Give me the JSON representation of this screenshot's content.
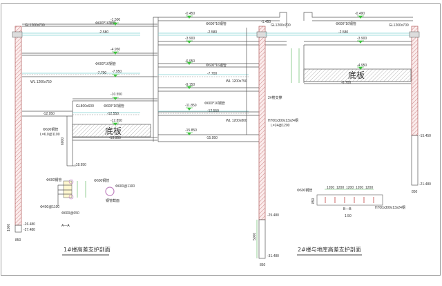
{
  "labels": {
    "slab_title_left": "底板",
    "slab_title_right": "底板",
    "title_1": "1#楼高差支护剖面",
    "title_2": "2#楼与地库高差支护剖面",
    "section_aa": "A—A",
    "section_bb": "B—B",
    "bb_sub": "1:50",
    "beam_gl_left": "GL1200x700",
    "beam_gl_mid": "GL1200x700",
    "beam_gl_right": "GL1200x700",
    "beam_gl_small": "GL800x600",
    "beam_wl_1": "WL 1200x750",
    "beam_wl_2": "WL 1200x750",
    "beam_wl_3": "WL 1200x800",
    "anchor_1": "Φ600*16钢管",
    "anchor_2": "Φ600*16钢管",
    "anchor_3": "Φ600*16钢管",
    "anchor_4": "Φ600*16钢管",
    "anchor_5": "Φ600*16钢管",
    "anchor_6": "Φ600*16钢管",
    "pile_note": "Φ600钢管",
    "pile_len": "L=6.0@1100",
    "hbeam": "H700x300x13x24钢",
    "hbeam_len": "L=24@1200",
    "hbeam_bb": "H700x300x13x24钢",
    "note_support": "2#楼支撑",
    "dim_6000": "6000",
    "dim_1000": "1000",
    "dim_5000": "5000",
    "dim_850_1": "850",
    "dim_850_2": "850",
    "dim_850_3": "850",
    "bb_dims": [
      "1200",
      "1200",
      "1200",
      "1200",
      "1200"
    ],
    "bb_dim_h": "850",
    "aa_note_1": "Φ600钢管",
    "aa_note_2": "Φ400@1100",
    "aa_note_3": "Φ600@650",
    "circle_note_1": "Φ600钢管",
    "circle_note_2": "Φ600@1100",
    "circle_note_3": "钢管截面"
  },
  "elevations": {
    "e_m1500": "-1.500",
    "e_m2580a": "-2.580",
    "e_m4950": "-4.950",
    "e_m7700a": "-7.700",
    "e_m7950": "-7.950",
    "e_m10550": "-10.550",
    "e_m12550a": "-12.550",
    "e_m12850": "-12.850",
    "e_m12950": "-12.950",
    "e_m15950": "-15.950",
    "e_m18950": "-18.950",
    "e_m26480": "-26.480",
    "e_m27480": "-27.480",
    "e_m0450": "-0.450",
    "e_m2580b": "-2.580",
    "e_m3900": "-3.900",
    "e_m6950": "-6.950",
    "e_m7700b": "-7.700",
    "e_m9150": "-9.150",
    "e_m11850": "-11.850",
    "e_m12550b": "-12.550",
    "e_m15850": "-15.850",
    "e_m15950b": "-15.950",
    "e_m1450": "-1.450",
    "e_m0490r": "-0.490",
    "e_m2580c": "-2.580",
    "e_m3900r": "-3.900",
    "e_m4950r": "-4.950",
    "e_m6700": "-6.700",
    "e_m15450": "-15.450",
    "e_m21480": "-21.480",
    "e_m25480": "-25.480",
    "e_m31480": "-31.480"
  },
  "colors": {
    "pile": "#b05a5a",
    "marker": "#3cc43c",
    "beam_line": "#7fd3d3"
  }
}
